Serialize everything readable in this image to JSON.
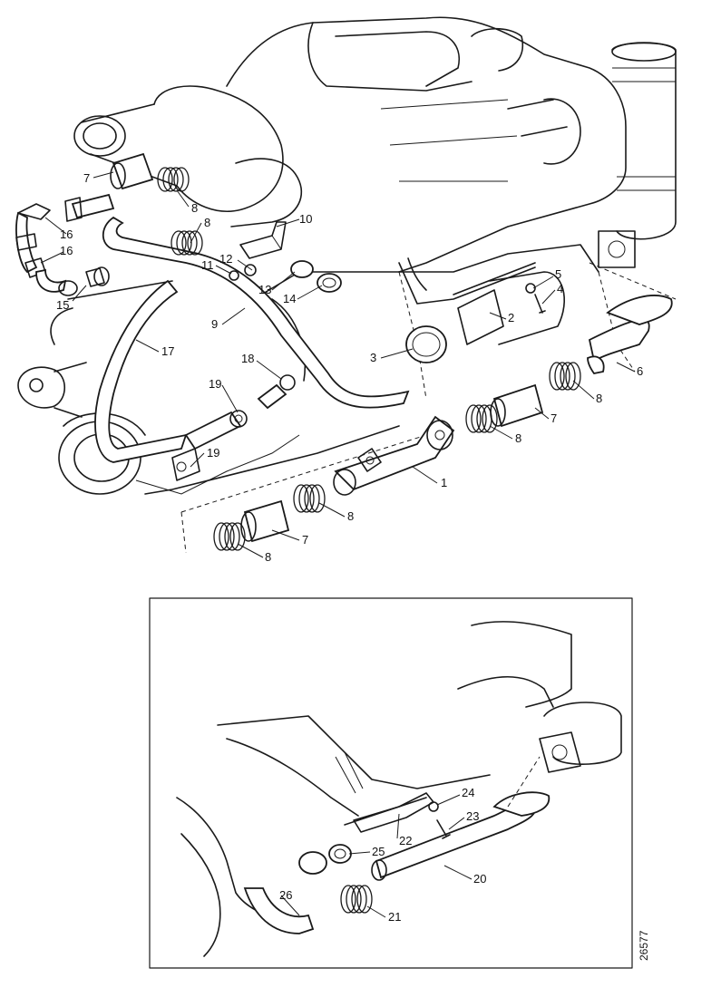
{
  "labels": {
    "main": [
      {
        "id": "p7a",
        "text": "7"
      },
      {
        "id": "p8a",
        "text": "8"
      },
      {
        "id": "p8b",
        "text": "8"
      },
      {
        "id": "p10",
        "text": "10"
      },
      {
        "id": "p16a",
        "text": "16"
      },
      {
        "id": "p16b",
        "text": "16"
      },
      {
        "id": "p15",
        "text": "15"
      },
      {
        "id": "p12",
        "text": "12"
      },
      {
        "id": "p11",
        "text": "11"
      },
      {
        "id": "p13",
        "text": "13"
      },
      {
        "id": "p14",
        "text": "14"
      },
      {
        "id": "p5",
        "text": "5"
      },
      {
        "id": "p4",
        "text": "4"
      },
      {
        "id": "p2",
        "text": "2"
      },
      {
        "id": "p9",
        "text": "9"
      },
      {
        "id": "p17",
        "text": "17"
      },
      {
        "id": "p18",
        "text": "18"
      },
      {
        "id": "p3",
        "text": "3"
      },
      {
        "id": "p6",
        "text": "6"
      },
      {
        "id": "p19a",
        "text": "19"
      },
      {
        "id": "p8c",
        "text": "8"
      },
      {
        "id": "p7b",
        "text": "7"
      },
      {
        "id": "p19b",
        "text": "19"
      },
      {
        "id": "p8d",
        "text": "8"
      },
      {
        "id": "p1",
        "text": "1"
      },
      {
        "id": "p8e",
        "text": "8"
      },
      {
        "id": "p7c",
        "text": "7"
      },
      {
        "id": "p8f",
        "text": "8"
      }
    ],
    "inset": [
      {
        "id": "p24",
        "text": "24"
      },
      {
        "id": "p23",
        "text": "23"
      },
      {
        "id": "p22",
        "text": "22"
      },
      {
        "id": "p25",
        "text": "25"
      },
      {
        "id": "p20",
        "text": "20"
      },
      {
        "id": "p26",
        "text": "26"
      },
      {
        "id": "p21",
        "text": "21"
      }
    ]
  },
  "document_number": "26577"
}
